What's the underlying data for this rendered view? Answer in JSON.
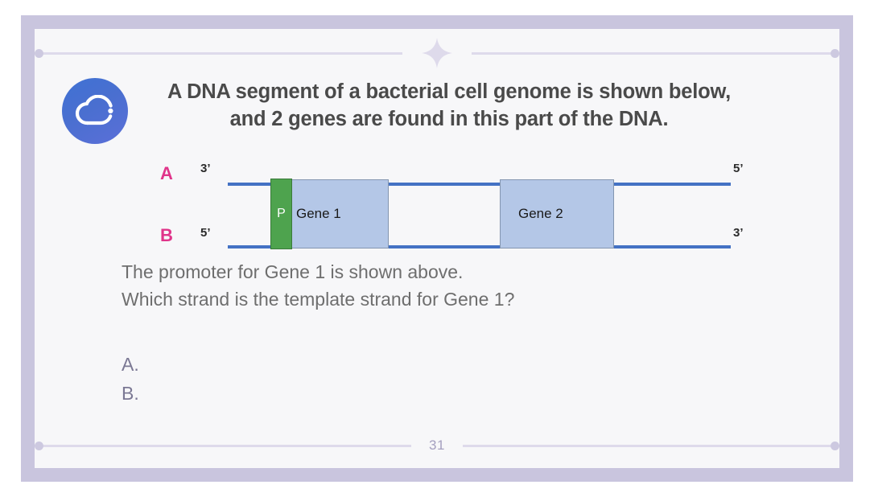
{
  "slide": {
    "page_number": "31",
    "title": "A DNA segment of a bacterial cell genome is shown below, and 2 genes are found in this part of the DNA.",
    "question_line_1": "The promoter for Gene 1 is shown above.",
    "question_line_2": "Which strand is the template strand for Gene 1?",
    "options": [
      {
        "label": "A.",
        "text": ""
      },
      {
        "label": "B.",
        "text": ""
      }
    ]
  },
  "diagram": {
    "strand_a": {
      "name": "A",
      "left_end": "3’",
      "right_end": "5’"
    },
    "strand_b": {
      "name": "B",
      "left_end": "5’",
      "right_end": "3’"
    },
    "promoter": {
      "label": "P"
    },
    "genes": [
      {
        "label": "Gene 1"
      },
      {
        "label": "Gene 2"
      }
    ]
  },
  "colors": {
    "frame": "#c9c5de",
    "card": "#f7f7f9",
    "strand_label": "#e0348a",
    "strand_line": "#4472c4",
    "gene_fill": "#b4c7e7",
    "gene_border": "#8496b0",
    "promoter_fill": "#4ea34e",
    "title_text": "#4a4a4a",
    "question_text": "#6e6e6e",
    "option_text": "#7b7894",
    "rule": "#dedaeb",
    "page_number": "#a5a0c0",
    "logo_blue": "#3f72d4"
  },
  "icons": {
    "logo": "cloud-icon",
    "divider_ornament": "four-point-star-icon"
  }
}
